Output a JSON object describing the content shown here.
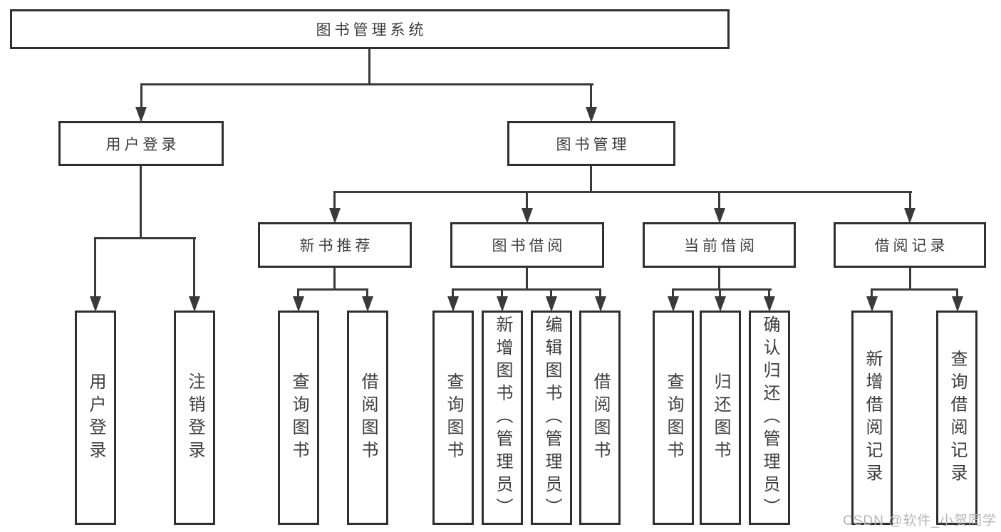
{
  "diagram": {
    "root": {
      "label": "图书管理系统"
    },
    "level2": [
      {
        "id": "user-login",
        "label": "用户登录"
      },
      {
        "id": "book-management",
        "label": "图书管理"
      }
    ],
    "level3": [
      {
        "id": "new-book-recommend",
        "label": "新书推荐"
      },
      {
        "id": "book-borrow",
        "label": "图书借阅"
      },
      {
        "id": "current-borrow",
        "label": "当前借阅"
      },
      {
        "id": "borrow-records",
        "label": "借阅记录"
      }
    ],
    "leaves": [
      {
        "id": "user-login",
        "parent": "用户登录",
        "label": "用户登录"
      },
      {
        "id": "logout",
        "parent": "用户登录",
        "label": "注销登录"
      },
      {
        "id": "recommend-query-books",
        "parent": "新书推荐",
        "label": "查询图书"
      },
      {
        "id": "recommend-borrow-books",
        "parent": "新书推荐",
        "label": "借阅图书"
      },
      {
        "id": "borrow-query-books",
        "parent": "图书借阅",
        "label": "查询图书"
      },
      {
        "id": "borrow-add-books-admin",
        "parent": "图书借阅",
        "label": "新增图书（管理员）"
      },
      {
        "id": "borrow-edit-books-admin",
        "parent": "图书借阅",
        "label": "编辑图书（管理员）"
      },
      {
        "id": "borrow-borrow-books",
        "parent": "图书借阅",
        "label": "借阅图书"
      },
      {
        "id": "current-query-books",
        "parent": "当前借阅",
        "label": "查询图书"
      },
      {
        "id": "current-return-books",
        "parent": "当前借阅",
        "label": "归还图书"
      },
      {
        "id": "current-confirm-return-admin",
        "parent": "当前借阅",
        "label": "确认归还（管理员）"
      },
      {
        "id": "records-add-record",
        "parent": "借阅记录",
        "label": "新增借阅记录"
      },
      {
        "id": "records-query-record",
        "parent": "借阅记录",
        "label": "查询借阅记录"
      }
    ]
  },
  "watermark": {
    "text": "CSDN @软件_小贺同学"
  },
  "colors": {
    "line": "#3a3a3a",
    "border": "#2f2f2f",
    "text": "#3c3c3c",
    "watermark": "#b5b5b5",
    "background": "#ffffff"
  }
}
